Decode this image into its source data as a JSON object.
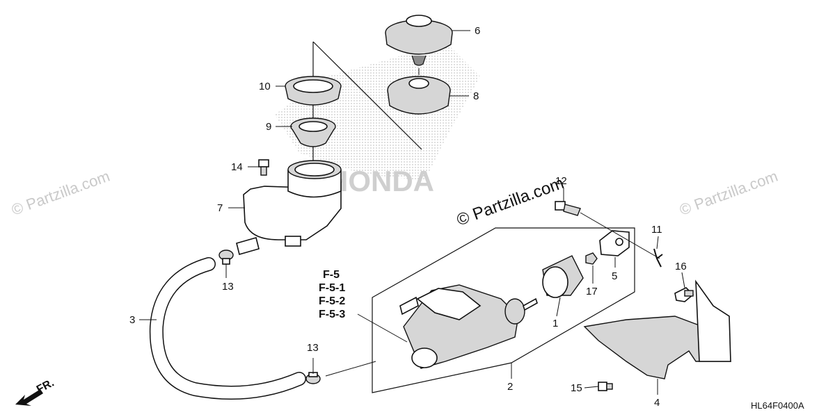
{
  "watermarks": {
    "main": "© Partzilla.com",
    "faint": "© Partzilla.com",
    "brand": "HONDA"
  },
  "callouts": {
    "c1": "1",
    "c2": "2",
    "c3": "3",
    "c4": "4",
    "c5": "5",
    "c6": "6",
    "c7": "7",
    "c8": "8",
    "c9": "9",
    "c10": "10",
    "c11": "11",
    "c12": "12",
    "c13a": "13",
    "c13b": "13",
    "c14": "14",
    "c15": "15",
    "c16": "16",
    "c17": "17"
  },
  "refs": [
    "F-5",
    "F-5-1",
    "F-5-2",
    "F-5-3"
  ],
  "direction_label": "FR.",
  "diagram_code": "HL64F0400A"
}
